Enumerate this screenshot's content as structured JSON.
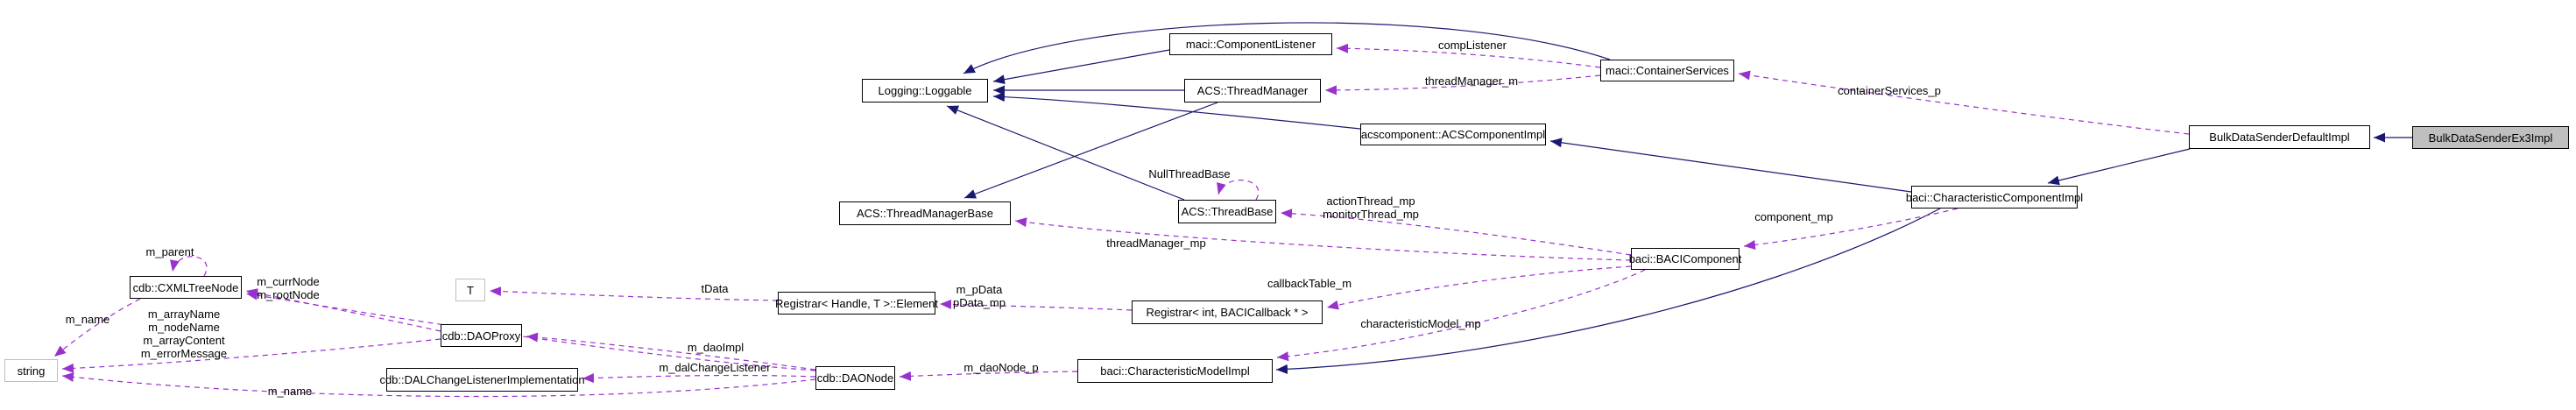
{
  "diagram": {
    "colors": {
      "inheritance_edge": "#191970",
      "usage_edge": "#9932CC",
      "node_border": "#000000",
      "external_node_border": "#BEBEBE",
      "highlight_node_fill": "#BFBFBF",
      "background": "#FFFFFF"
    },
    "nodes": {
      "component_listener": "maci::ComponentListener",
      "loggable": "Logging::Loggable",
      "thread_manager": "ACS::ThreadManager",
      "container_services": "maci::ContainerServices",
      "acs_component_impl": "acscomponent::ACSComponentImpl",
      "bulk_data_sender_default_impl": "BulkDataSenderDefaultImpl",
      "bulk_data_sender_ex3_impl": "BulkDataSenderEx3Impl",
      "thread_manager_base": "ACS::ThreadManagerBase",
      "thread_base": "ACS::ThreadBase",
      "characteristic_component_impl": "baci::CharacteristicComponentImpl",
      "baci_component": "baci::BACIComponent",
      "cxml_tree_node": "cdb::CXMLTreeNode",
      "t": "T",
      "registrar_element": "Registrar< Handle, T >::Element",
      "registrar_int": "Registrar< int, BACICallback * >",
      "string": "string",
      "dao_proxy": "cdb::DAOProxy",
      "dal_change_listener_impl": "cdb::DALChangeListenerImplementation",
      "dao_node": "cdb::DAONode",
      "characteristic_model_impl": "baci::CharacteristicModelImpl"
    },
    "edge_labels": {
      "comp_listener": "compListener",
      "thread_manager_m": "threadManager_m",
      "container_services_p": "containerServices_p",
      "null_thread_base": "NullThreadBase",
      "action_thread_mp": "actionThread_mp",
      "monitor_thread_mp": "monitorThread_mp",
      "component_mp": "component_mp",
      "thread_manager_mp": "threadManager_mp",
      "callback_table_m": "callbackTable_m",
      "characteristic_model_mp": "characteristicModel_mp",
      "m_pdata": "m_pData",
      "pdata_mp": "pData_mp",
      "tdata": "tData",
      "m_parent": "m_parent",
      "m_curr_node": "m_currNode",
      "m_root_node": "m_rootNode",
      "m_name_tree": "m_name",
      "m_array_name": "m_arrayName",
      "m_node_name": "m_nodeName",
      "m_array_content": "m_arrayContent",
      "m_error_message": "m_errorMessage",
      "m_dao_impl": "m_daoImpl",
      "m_dal_change_listener": "m_dalChangeListener",
      "m_dao_node_p": "m_daoNode_p",
      "m_name_dao": "m_name"
    }
  }
}
